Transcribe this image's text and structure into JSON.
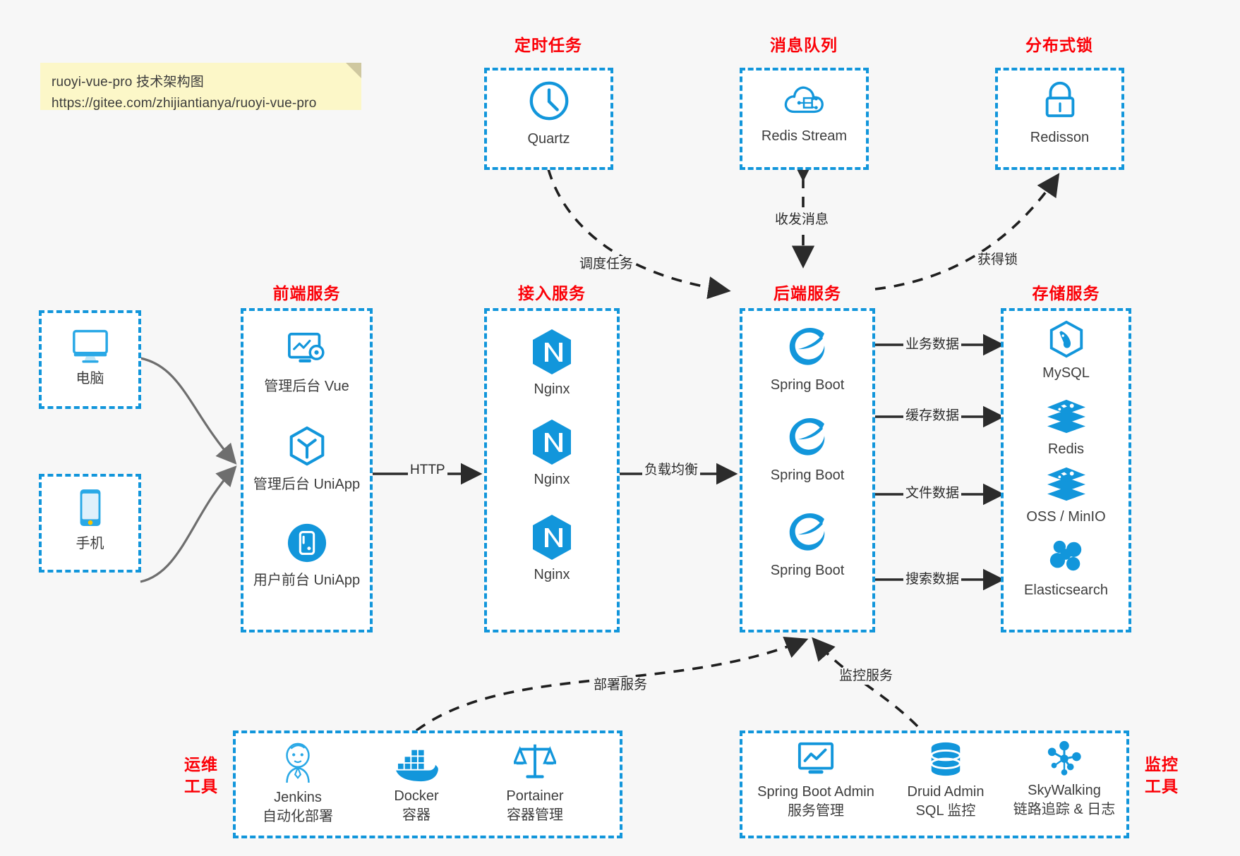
{
  "note": {
    "line1": "ruoyi-vue-pro 技术架构图",
    "line2": "https://gitee.com/zhijiantianya/ruoyi-vue-pro"
  },
  "colors": {
    "accent": "#1296db",
    "group_title": "#fb0007",
    "text": "#3d3d3d",
    "note_bg": "#fcf7c8",
    "canvas": "#f7f7f7",
    "edge": "#2b2b2b"
  },
  "groups": {
    "scheduler": {
      "title": "定时任务"
    },
    "mq": {
      "title": "消息队列"
    },
    "lock": {
      "title": "分布式锁"
    },
    "frontend": {
      "title": "前端服务"
    },
    "gateway": {
      "title": "接入服务"
    },
    "backend": {
      "title": "后端服务"
    },
    "storage": {
      "title": "存储服务"
    },
    "devops": {
      "title": "运维\n工具",
      "line1": "运维",
      "line2": "工具"
    },
    "monitor": {
      "title": "监控\n工具",
      "line1": "监控",
      "line2": "工具"
    }
  },
  "nodes": {
    "quartz": {
      "label": "Quartz",
      "icon": "clock-icon"
    },
    "redis_stream": {
      "label": "Redis Stream",
      "icon": "cloud-stream-icon"
    },
    "redisson": {
      "label": "Redisson",
      "icon": "lock-icon"
    },
    "computer": {
      "label": "电脑",
      "icon": "desktop-icon"
    },
    "phone": {
      "label": "手机",
      "icon": "mobile-icon"
    },
    "admin_vue": {
      "label": "管理后台 Vue",
      "icon": "dashboard-gear-icon"
    },
    "admin_uniapp": {
      "label": "管理后台 UniApp",
      "icon": "cube-icon"
    },
    "user_uniapp": {
      "label": "用户前台 UniApp",
      "icon": "app-circle-icon"
    },
    "nginx1": {
      "label": "Nginx",
      "icon": "nginx-icon"
    },
    "nginx2": {
      "label": "Nginx",
      "icon": "nginx-icon"
    },
    "nginx3": {
      "label": "Nginx",
      "icon": "nginx-icon"
    },
    "springboot1": {
      "label": "Spring Boot",
      "icon": "spring-icon"
    },
    "springboot2": {
      "label": "Spring Boot",
      "icon": "spring-icon"
    },
    "springboot3": {
      "label": "Spring Boot",
      "icon": "spring-icon"
    },
    "mysql": {
      "label": "MySQL",
      "icon": "mysql-icon"
    },
    "redis": {
      "label": "Redis",
      "icon": "redis-icon"
    },
    "oss": {
      "label": "OSS / MinIO",
      "icon": "oss-icon"
    },
    "elasticsearch": {
      "label": "Elasticsearch",
      "icon": "elasticsearch-icon"
    },
    "jenkins": {
      "label": "Jenkins",
      "sublabel": "自动化部署",
      "icon": "jenkins-icon"
    },
    "docker": {
      "label": "Docker",
      "sublabel": "容器",
      "icon": "docker-icon"
    },
    "portainer": {
      "label": "Portainer",
      "sublabel": "容器管理",
      "icon": "scales-icon"
    },
    "sba": {
      "label": "Spring Boot Admin",
      "sublabel": "服务管理",
      "icon": "monitor-chart-icon"
    },
    "druid": {
      "label": "Druid Admin",
      "sublabel": "SQL 监控",
      "icon": "database-icon"
    },
    "skywalking": {
      "label": "SkyWalking",
      "sublabel": "链路追踪 & 日志",
      "icon": "skywalking-icon"
    }
  },
  "edges": {
    "http": "HTTP",
    "load_balance": "负载均衡",
    "schedule_task": "调度任务",
    "send_receive_msg": "收发消息",
    "acquire_lock": "获得锁",
    "business_data": "业务数据",
    "cache_data": "缓存数据",
    "file_data": "文件数据",
    "search_data": "搜索数据",
    "deploy_service": "部署服务",
    "monitor_service": "监控服务"
  }
}
